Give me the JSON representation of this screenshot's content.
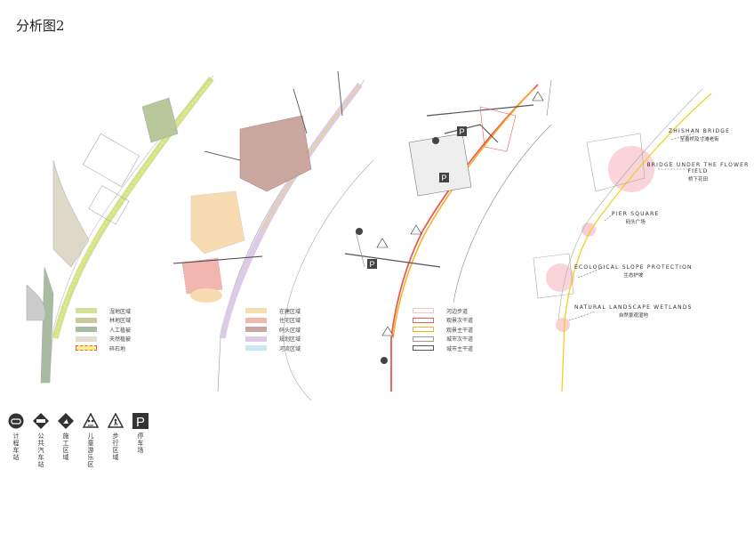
{
  "title": "分析图2",
  "legend_vegetation": [
    {
      "label": "湿地区域",
      "color": "#d4e09a"
    },
    {
      "label": "林地区域",
      "color": "#c8c89a"
    },
    {
      "label": "人工植被",
      "color": "#a7bba0"
    },
    {
      "label": "天然植被",
      "color": "#e0ddd0"
    },
    {
      "label": "碎石地",
      "color": "#f7f08a"
    }
  ],
  "legend_zoning": [
    {
      "label": "在建区域",
      "color": "#f6dcb0"
    },
    {
      "label": "住宅区域",
      "color": "#f1b6b0"
    },
    {
      "label": "码头区域",
      "color": "#c9a79f"
    },
    {
      "label": "规划区域",
      "color": "#dccbe6"
    },
    {
      "label": "河流区域",
      "color": "#cbe8f2"
    }
  ],
  "legend_roads": [
    {
      "label": "河边步道",
      "color": "#f6c4c8"
    },
    {
      "label": "观景次干道",
      "color": "#e8595c"
    },
    {
      "label": "观景主干道",
      "color": "#f2b31b"
    },
    {
      "label": "城市次干道",
      "color": "#9a9a9a"
    },
    {
      "label": "城市主干道",
      "color": "#555555"
    }
  ],
  "icons": [
    {
      "name": "taxi-icon",
      "label": "计程车站"
    },
    {
      "name": "bus-icon",
      "label": "公共汽车站"
    },
    {
      "name": "construction-icon",
      "label": "施工区域"
    },
    {
      "name": "children-play-icon",
      "label": "儿童游乐区"
    },
    {
      "name": "pedestrian-icon",
      "label": "步行区域"
    },
    {
      "name": "parking-icon",
      "label": "停车场",
      "glyph": "P"
    }
  ],
  "nodes": [
    {
      "en": "Zhishan Bridge",
      "zh": "至善桥及寸滩老街"
    },
    {
      "en": "Bridge under the flower field",
      "zh": "桥下花田"
    },
    {
      "en": "Pier Square",
      "zh": "码头广场"
    },
    {
      "en": "Ecological slope protection",
      "zh": "生态护坡"
    },
    {
      "en": "Natural landscape wetlands",
      "zh": "自然景观湿地"
    }
  ]
}
